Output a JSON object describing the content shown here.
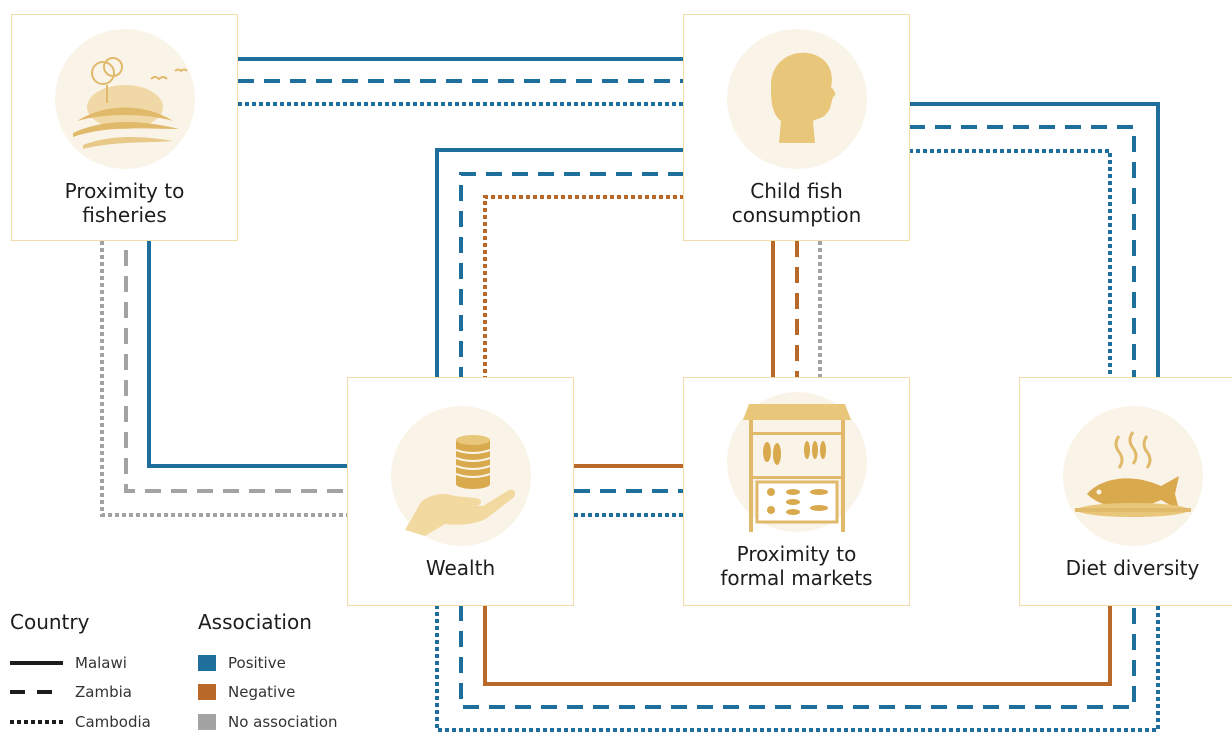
{
  "nodes": {
    "fisheries": {
      "label": "Proximity to\nfisheries",
      "icon": "landscape-icon"
    },
    "child": {
      "label": "Child fish\nconsumption",
      "icon": "child-head-icon"
    },
    "wealth": {
      "label": "Wealth",
      "icon": "coins-in-hand-icon"
    },
    "markets": {
      "label": "Proximity to\nformal markets",
      "icon": "market-stall-icon"
    },
    "diet": {
      "label": "Diet diversity",
      "icon": "fish-on-plate-icon"
    }
  },
  "legend": {
    "country_title": "Country",
    "countries": [
      {
        "name": "Malawi",
        "style": "solid"
      },
      {
        "name": "Zambia",
        "style": "dashed"
      },
      {
        "name": "Cambodia",
        "style": "dotted"
      }
    ],
    "association_title": "Association",
    "associations": [
      {
        "name": "Positive",
        "color": "#1f6f9c"
      },
      {
        "name": "Negative",
        "color": "#b8692a"
      },
      {
        "name": "No association",
        "color": "#a3a3a3"
      }
    ]
  },
  "edges": [
    {
      "from": "Proximity to fisheries",
      "to": "Child fish consumption",
      "country": "Malawi",
      "association": "Positive"
    },
    {
      "from": "Proximity to fisheries",
      "to": "Child fish consumption",
      "country": "Zambia",
      "association": "Positive"
    },
    {
      "from": "Proximity to fisheries",
      "to": "Child fish consumption",
      "country": "Cambodia",
      "association": "Positive"
    },
    {
      "from": "Child fish consumption",
      "to": "Diet diversity",
      "country": "Malawi",
      "association": "Positive"
    },
    {
      "from": "Child fish consumption",
      "to": "Diet diversity",
      "country": "Zambia",
      "association": "Positive"
    },
    {
      "from": "Child fish consumption",
      "to": "Diet diversity",
      "country": "Cambodia",
      "association": "Positive"
    },
    {
      "from": "Child fish consumption",
      "to": "Wealth",
      "country": "Malawi",
      "association": "Positive"
    },
    {
      "from": "Child fish consumption",
      "to": "Wealth",
      "country": "Zambia",
      "association": "Positive"
    },
    {
      "from": "Child fish consumption",
      "to": "Wealth",
      "country": "Cambodia",
      "association": "Negative"
    },
    {
      "from": "Child fish consumption",
      "to": "Proximity to formal markets",
      "country": "Malawi",
      "association": "Negative"
    },
    {
      "from": "Child fish consumption",
      "to": "Proximity to formal markets",
      "country": "Zambia",
      "association": "Negative"
    },
    {
      "from": "Child fish consumption",
      "to": "Proximity to formal markets",
      "country": "Cambodia",
      "association": "No association"
    },
    {
      "from": "Proximity to fisheries",
      "to": "Wealth",
      "country": "Malawi",
      "association": "Positive"
    },
    {
      "from": "Proximity to fisheries",
      "to": "Wealth",
      "country": "Zambia",
      "association": "No association"
    },
    {
      "from": "Proximity to fisheries",
      "to": "Wealth",
      "country": "Cambodia",
      "association": "No association"
    },
    {
      "from": "Wealth",
      "to": "Proximity to formal markets",
      "country": "Malawi",
      "association": "Negative"
    },
    {
      "from": "Wealth",
      "to": "Proximity to formal markets",
      "country": "Zambia",
      "association": "Positive"
    },
    {
      "from": "Wealth",
      "to": "Proximity to formal markets",
      "country": "Cambodia",
      "association": "Positive"
    },
    {
      "from": "Wealth",
      "to": "Diet diversity",
      "country": "Malawi",
      "association": "Negative"
    },
    {
      "from": "Wealth",
      "to": "Diet diversity",
      "country": "Zambia",
      "association": "Positive"
    },
    {
      "from": "Wealth",
      "to": "Diet diversity",
      "country": "Cambodia",
      "association": "Positive"
    }
  ]
}
